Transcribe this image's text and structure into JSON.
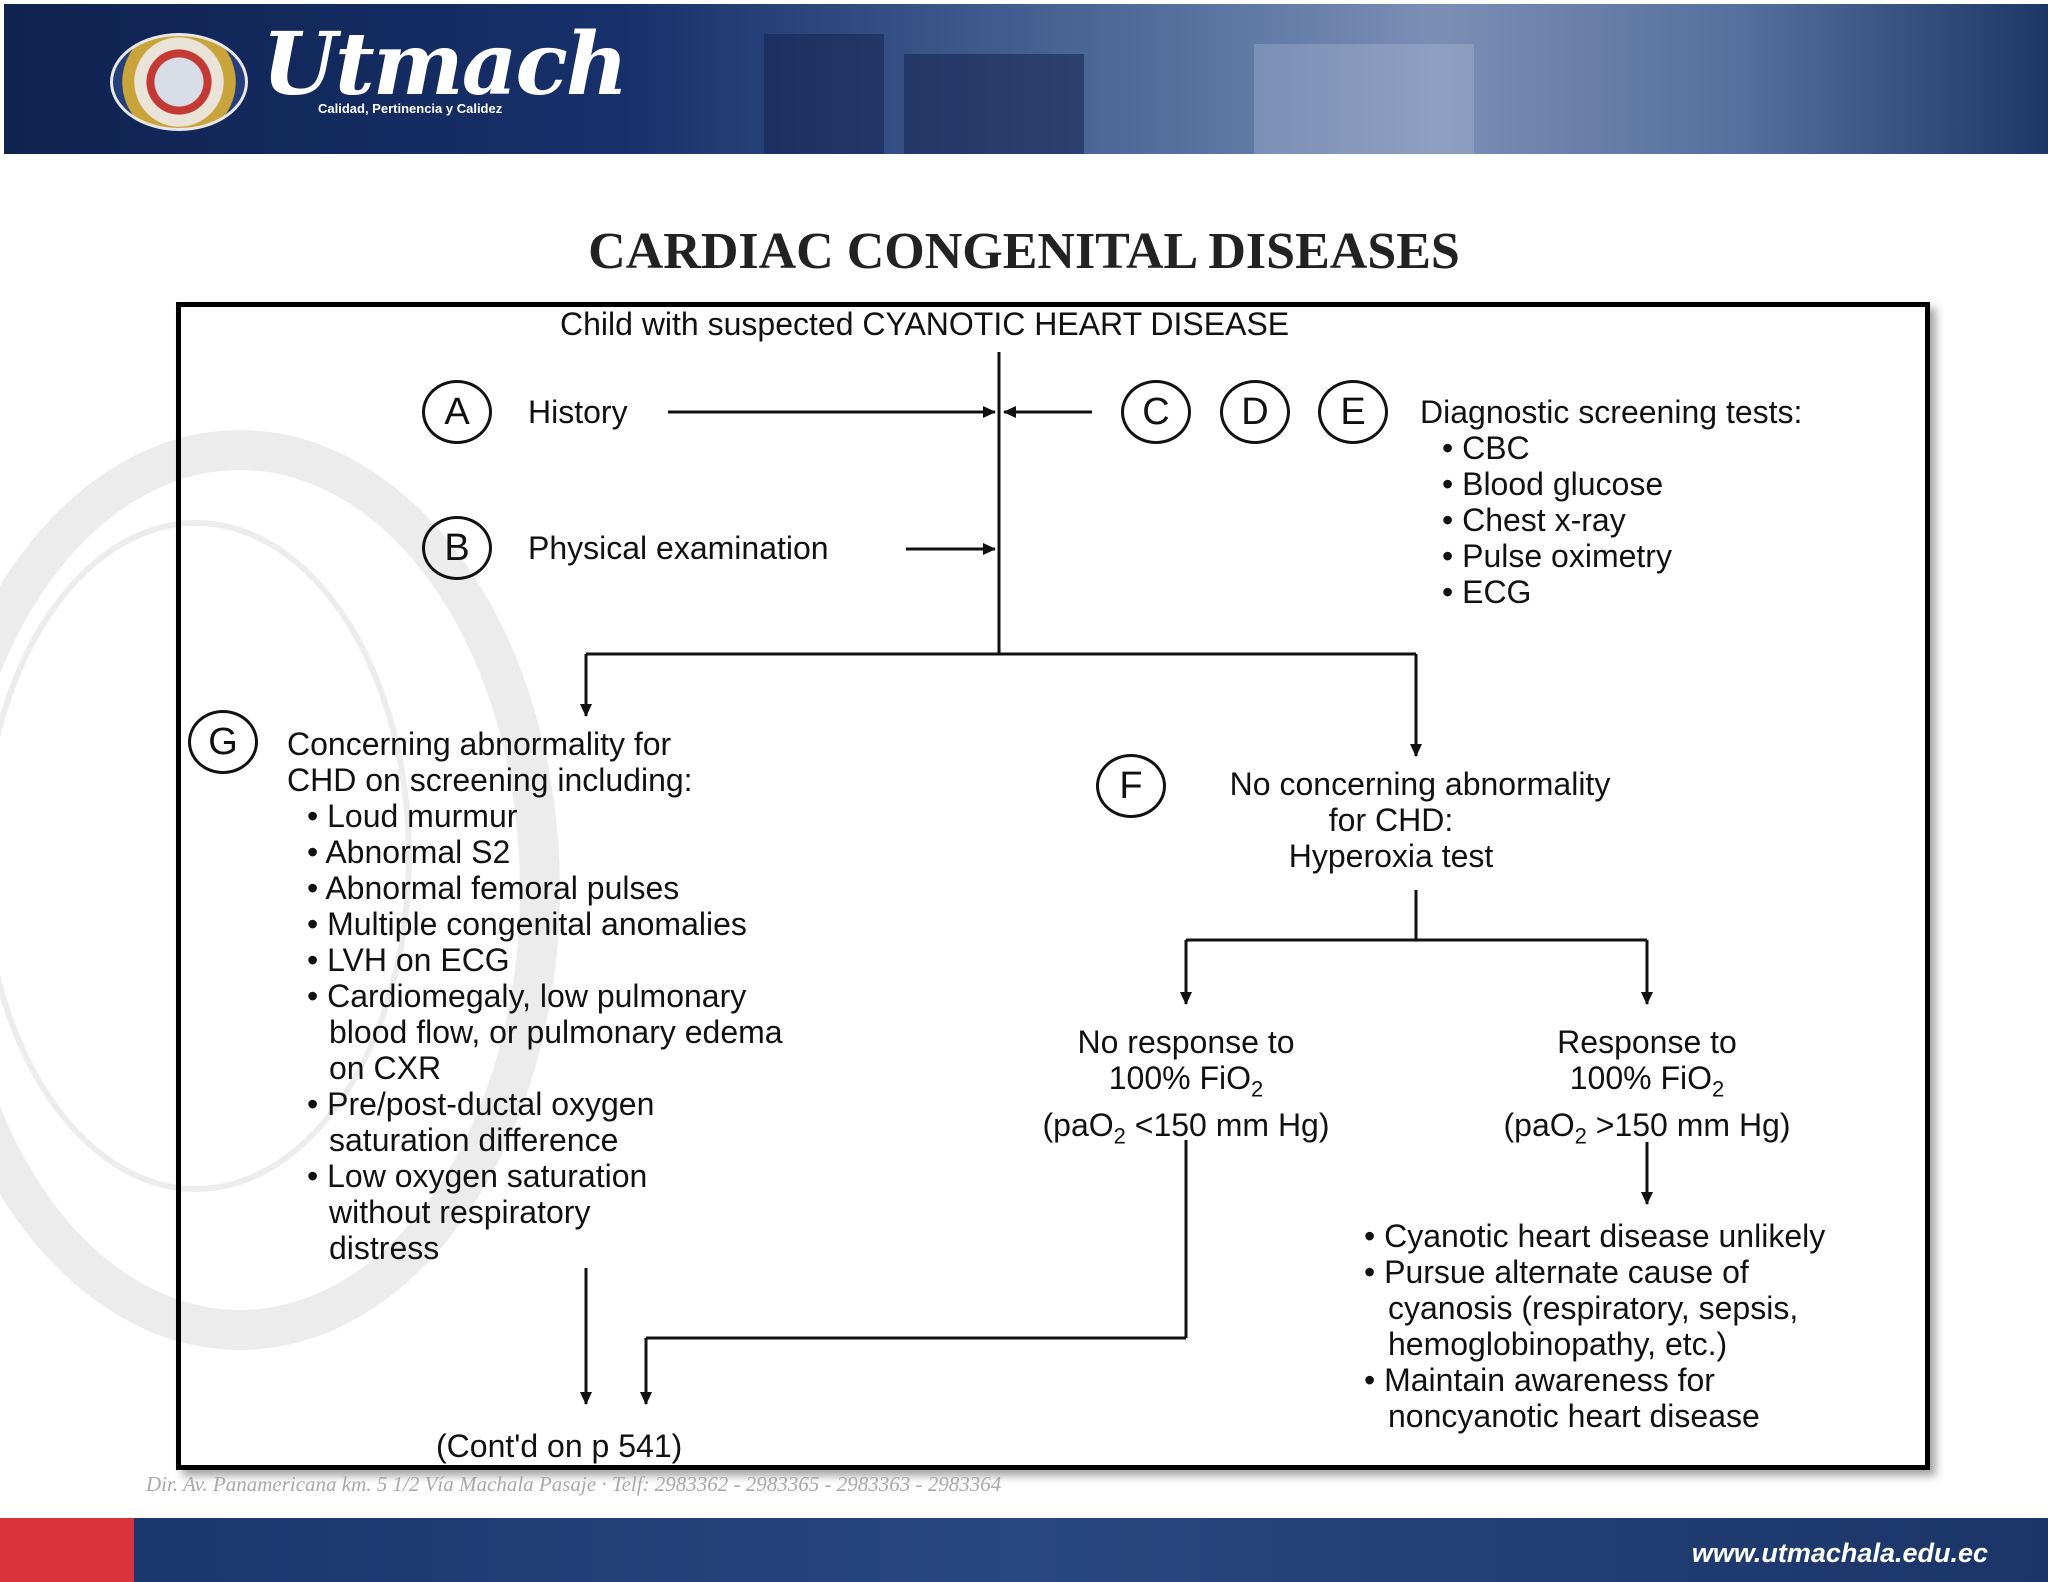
{
  "header": {
    "brand": "Utmach",
    "tagline": "Calidad, Pertinencia y Calidez"
  },
  "title": "CARDIAC CONGENITAL DISEASES",
  "diagram": {
    "top": "Child with suspected CYANOTIC HEART DISEASE",
    "a": {
      "letter": "A",
      "label": "History"
    },
    "b": {
      "letter": "B",
      "label": "Physical examination"
    },
    "c": {
      "letter": "C"
    },
    "d": {
      "letter": "D"
    },
    "e": {
      "letter": "E"
    },
    "screening": {
      "title": "Diagnostic screening tests:",
      "items": [
        "• CBC",
        "• Blood glucose",
        "• Chest x-ray",
        "• Pulse oximetry",
        "• ECG"
      ]
    },
    "g": {
      "letter": "G",
      "line1": "Concerning abnormality for",
      "line2": "CHD on screening including:",
      "items": [
        "• Loud murmur",
        "• Abnormal S2",
        "• Abnormal femoral pulses",
        "• Multiple congenital anomalies",
        "• LVH on ECG",
        "• Cardiomegaly, low pulmonary",
        "blood flow, or pulmonary edema",
        "on CXR",
        "• Pre/post-ductal oxygen",
        "saturation difference",
        "• Low oxygen saturation",
        "without respiratory",
        "distress"
      ]
    },
    "f": {
      "letter": "F",
      "line1": "No concerning abnormality",
      "line2": "for CHD:",
      "line3": "Hyperoxia test"
    },
    "no_response": {
      "line1": "No response to",
      "line2": "100% FiO",
      "line3a": "(paO",
      "line3b": " <150 mm Hg)"
    },
    "response": {
      "line1": "Response to",
      "line2": "100% FiO",
      "line3a": "(paO",
      "line3b": " >150 mm Hg)"
    },
    "sub2": "2",
    "outcome": [
      "• Cyanotic heart disease unlikely",
      "• Pursue alternate cause of",
      "cyanosis (respiratory, sepsis,",
      "hemoglobinopathy, etc.)",
      "• Maintain awareness for",
      "noncyanotic heart disease"
    ],
    "contd": "(Cont'd on p 541)"
  },
  "address": "Dir. Av. Panamericana km. 5 1/2 Vía Machala Pasaje · Telf: 2983362 - 2983365 - 2983363 - 2983364",
  "footer_url": "www.utmachala.edu.ec"
}
